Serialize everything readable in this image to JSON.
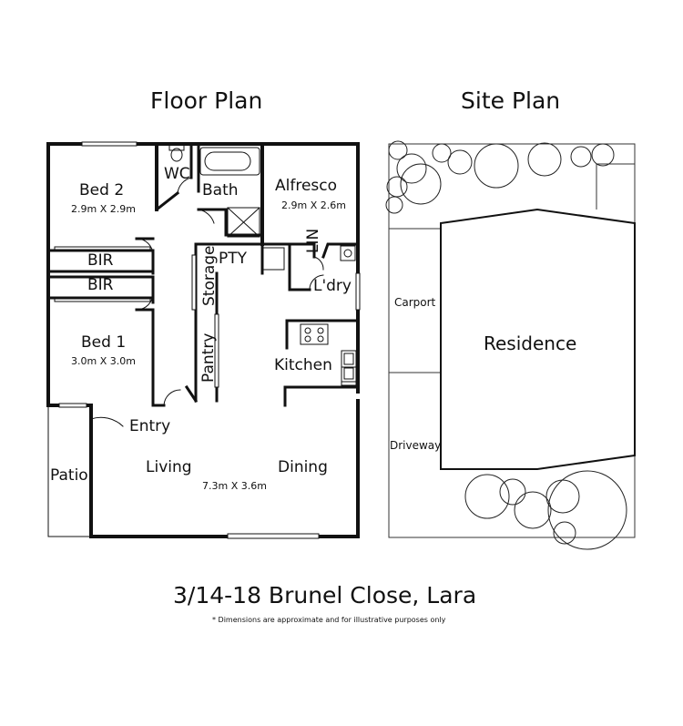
{
  "headings": {
    "floor_plan": "Floor Plan",
    "site_plan": "Site Plan"
  },
  "rooms": {
    "wc": "WC",
    "bath": "Bath",
    "alfresco": "Alfresco",
    "alfresco_dim": "2.9m X 2.6m",
    "bed2": "Bed 2",
    "bed2_dim": "2.9m X 2.9m",
    "bir_top": "BIR",
    "bir_bottom": "BIR",
    "pty": "PTY",
    "lin": "LIN",
    "ldry": "L'dry",
    "storage": "Storage",
    "bed1": "Bed 1",
    "bed1_dim": "3.0m X 3.0m",
    "pantry": "Pantry",
    "kitchen": "Kitchen",
    "entry": "Entry",
    "patio": "Patio",
    "living": "Living",
    "living_dim": "7.3m X 3.6m",
    "dining": "Dining"
  },
  "site": {
    "carport": "Carport",
    "residence": "Residence",
    "driveway": "Driveway"
  },
  "address": "3/14-18 Brunel Close, Lara",
  "disclaimer": "* Dimensions are approximate and for illustrative purposes only"
}
